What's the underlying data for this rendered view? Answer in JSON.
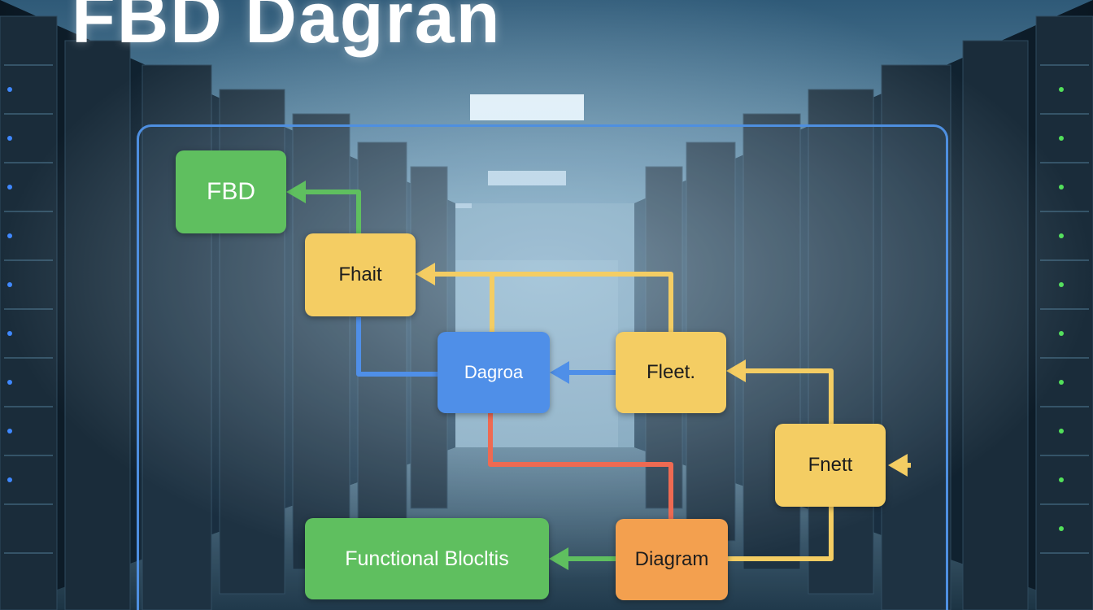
{
  "title": "FBD Dagran",
  "nodes": {
    "fbd": "FBD",
    "fhait": "Fhait",
    "dagroa": "Dagroa",
    "fleet": "Fleet.",
    "fnett": "Fnett",
    "diagram": "Diagram",
    "functional_blocks": "Functional Blocltis"
  },
  "colors": {
    "green": "#5fbf5f",
    "yellow": "#f4cd63",
    "blue": "#4f8fe8",
    "orange": "#f3a04f",
    "red": "#ee6a52",
    "frame": "#4e8fe0"
  },
  "background": "server-room-aisle"
}
